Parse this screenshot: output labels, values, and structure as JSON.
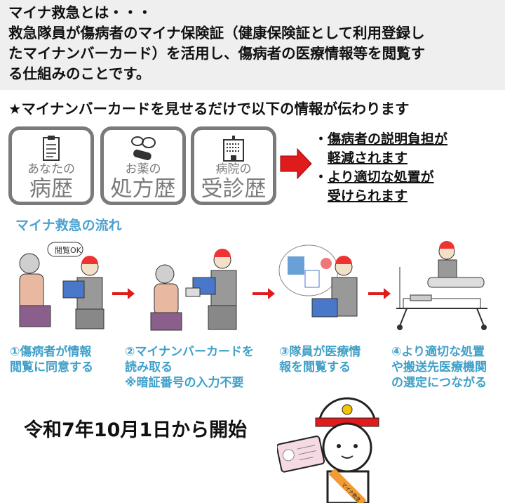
{
  "intro": {
    "title": "マイナ救急とは・・・",
    "lines": [
      "救急隊員が傷病者のマイナ保険証（健康保険証として利用登録し",
      "たマイナンバーカード）を活用し、傷病者の医療情報等を閲覧す",
      "る仕組みのことです。"
    ]
  },
  "headline": "★マイナンバーカードを見せるだけで以下の情報が伝わります",
  "info_boxes": [
    {
      "small": "あなたの",
      "big": "病歴",
      "icon": "clipboard-icon"
    },
    {
      "small": "お薬の",
      "big": "処方歴",
      "icon": "pills-icon"
    },
    {
      "small": "病院の",
      "big": "受診歴",
      "icon": "hospital-icon"
    }
  ],
  "benefits": [
    {
      "bullet": "・",
      "lines": [
        "傷病者の説明負担が",
        "軽減されます"
      ]
    },
    {
      "bullet": "・",
      "lines": [
        "より適切な処置が",
        "受けられます"
      ]
    }
  ],
  "flow_title": "マイナ救急の流れ",
  "steps": [
    {
      "lines": [
        "①傷病者が情報",
        "閲覧に同意する"
      ],
      "bubble": "閲覧OK"
    },
    {
      "lines": [
        "②マイナンバーカードを",
        "読み取る",
        "※暗証番号の入力不要"
      ]
    },
    {
      "lines": [
        "③隊員が医療情",
        "報を閲覧する"
      ]
    },
    {
      "lines": [
        "④より適切な処置",
        "や搬送先医療機関",
        "の選定につながる"
      ]
    }
  ],
  "start_text": "令和7年10月1日から開始",
  "mascot_sash": "マイナ救急",
  "colors": {
    "accent_blue": "#3fa0c8",
    "arrow_red": "#e01b1b",
    "box_gray": "#7a7a7a"
  }
}
